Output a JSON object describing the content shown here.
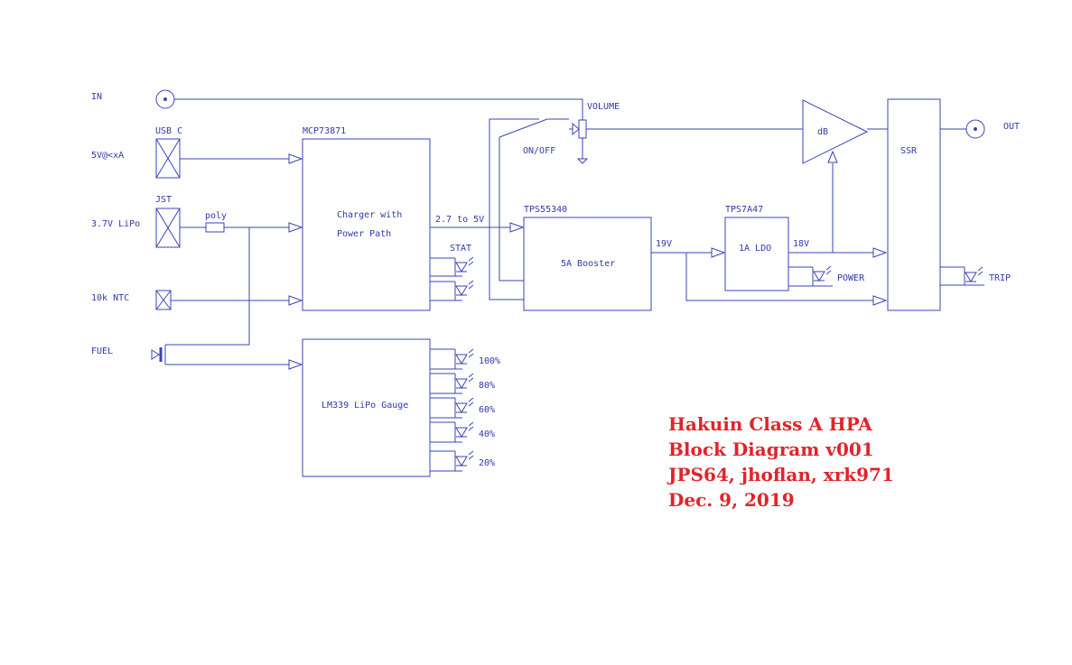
{
  "inputs": {
    "in": "IN",
    "usb_c": "USB C",
    "usb_5v": "5V@<xA",
    "jst": "JST",
    "lipo": "3.7V LiPo",
    "poly": "poly",
    "ntc": "10k NTC",
    "fuel": "FUEL"
  },
  "blocks": {
    "charger_part": "MCP73871",
    "charger_line1": "Charger with",
    "charger_line2": "Power Path",
    "charger_out": "2.7 to 5V",
    "stat": "STAT",
    "gauge": "LM339 LiPo Gauge",
    "booster_part": "TPS55340",
    "booster": "5A Booster",
    "booster_out": "19V",
    "ldo_part": "TPS7A47",
    "ldo": "1A LDO",
    "ldo_out": "18V",
    "power_led": "POWER",
    "volume": "VOLUME",
    "switch": "ON/OFF",
    "amp": "dB",
    "ssr": "SSR",
    "out": "OUT",
    "trip": "TRIP"
  },
  "gauge_levels": [
    "100%",
    "80%",
    "60%",
    "40%",
    "20%"
  ],
  "credits": {
    "line1": "Hakuin Class A HPA",
    "line2": "Block Diagram v001",
    "line3": "JPS64, jhoflan, xrk971",
    "line4": "Dec. 9, 2019"
  },
  "colors": {
    "wire": "#3a44b8",
    "text": "#2f3aa8",
    "credit": "#e0242b"
  }
}
